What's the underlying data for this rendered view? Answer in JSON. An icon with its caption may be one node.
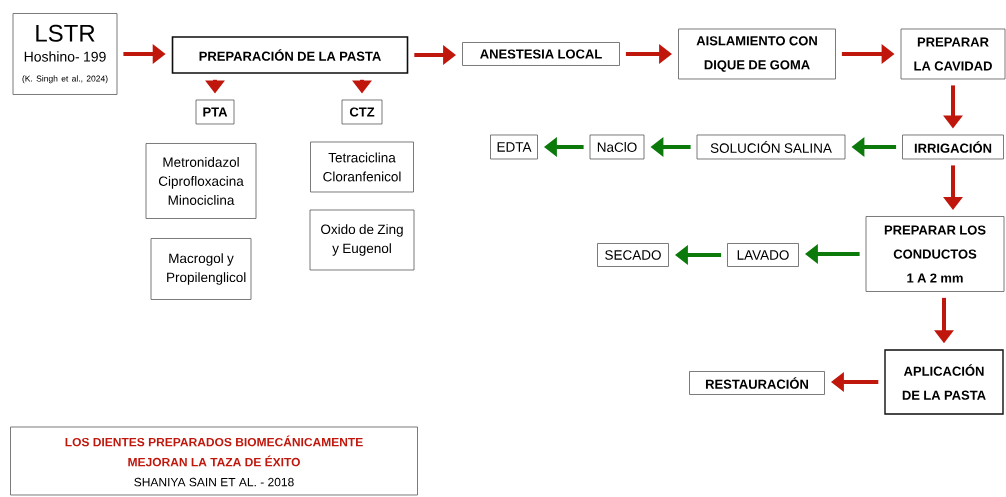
{
  "diagram": {
    "nodes": [
      {
        "text": [
          "LSTR",
          "Hoshino- 199",
          "(K. Singh et al., 2024)"
        ]
      },
      {
        "text": [
          "PREPARACIÓN DE LA PASTA"
        ]
      },
      {
        "text": [
          "PTA"
        ]
      },
      {
        "text": [
          "CTZ"
        ]
      },
      {
        "text": [
          "Metronidazol",
          "Ciprofloxacina",
          "Minociclina"
        ]
      },
      {
        "text": [
          "Macrogol y Propilenglicol"
        ]
      },
      {
        "text": [
          "Tetraciclina",
          "Cloranfenicol"
        ]
      },
      {
        "text": [
          "Oxido de Zing y Eugenol"
        ]
      },
      {
        "text": [
          "ANESTESIA LOCAL"
        ]
      },
      {
        "text": [
          "AISLAMIENTO CON DIQUE DE GOMA"
        ]
      },
      {
        "text": [
          "PREPARAR LA CAVIDAD"
        ]
      },
      {
        "text": [
          "IRRIGACIÓN"
        ]
      },
      {
        "text": [
          "SOLUCIÓN SALINA"
        ]
      },
      {
        "text": [
          "NaClO"
        ]
      },
      {
        "text": [
          "EDTA"
        ]
      },
      {
        "text": [
          "PREPARAR LOS CONDUCTOS 1 A 2 mm"
        ]
      },
      {
        "text": [
          "LAVADO"
        ]
      },
      {
        "text": [
          "SECADO"
        ]
      },
      {
        "text": [
          "APLICACIÓN DE LA PASTA"
        ]
      },
      {
        "text": [
          "RESTAURACIÓN"
        ]
      },
      {
        "text": [
          "LOS DIENTES PREPARADOS BIOMECÁNICAMENTE MEJORAN LA TAZA DE ÉXITO",
          "SHANIYA SAIN ET AL. - 2018"
        ]
      }
    ],
    "edges": [
      {
        "from": 0,
        "to": 1,
        "arrow": "to"
      },
      {
        "from": 1,
        "to": 2,
        "arrow": "to"
      },
      {
        "from": 1,
        "to": 3,
        "arrow": "to"
      },
      {
        "from": 1,
        "to": 8,
        "arrow": "to"
      },
      {
        "from": 8,
        "to": 9,
        "arrow": "to"
      },
      {
        "from": 9,
        "to": 10,
        "arrow": "to"
      },
      {
        "from": 10,
        "to": 11,
        "arrow": "to"
      },
      {
        "from": 11,
        "to": 12,
        "arrow": "to",
        "color": "#0b7a0b"
      },
      {
        "from": 12,
        "to": 13,
        "arrow": "to",
        "color": "#0b7a0b"
      },
      {
        "from": 13,
        "to": 14,
        "arrow": "to",
        "color": "#0b7a0b"
      },
      {
        "from": 11,
        "to": 15,
        "arrow": "to"
      },
      {
        "from": 15,
        "to": 16,
        "arrow": "to",
        "color": "#0b7a0b"
      },
      {
        "from": 16,
        "to": 17,
        "arrow": "to",
        "color": "#0b7a0b"
      },
      {
        "from": 15,
        "to": 18,
        "arrow": "to"
      },
      {
        "from": 18,
        "to": 19,
        "arrow": "to"
      }
    ]
  }
}
